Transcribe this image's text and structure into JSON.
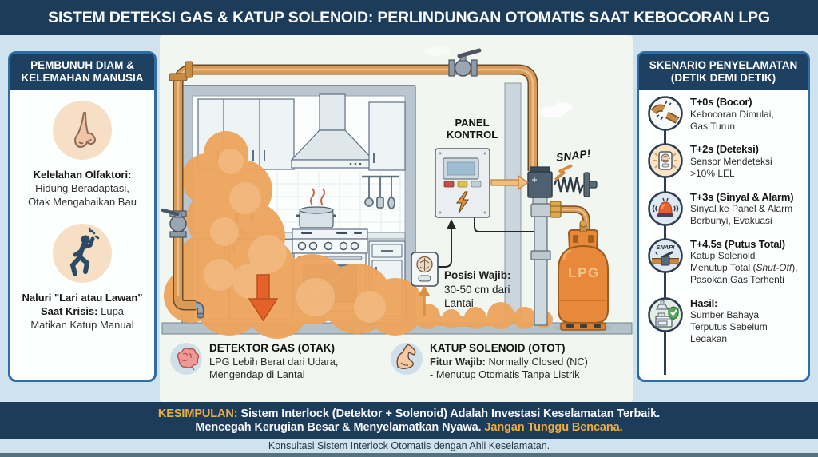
{
  "header": {
    "title": "SISTEM DETEKSI GAS & KATUP SOLENOID: PERLINDUNGAN OTOMATIS SAAT KEBOCORAN LPG"
  },
  "left_panel": {
    "title": "PEMBUNUH DIAM &\nKELEMAHAN MANUSIA",
    "item1": {
      "icon": "nose-icon",
      "title": "Kelelahan Olfaktori:",
      "desc": "Hidung Beradaptasi,\nOtak Mengabaikan Bau"
    },
    "item2": {
      "icon": "panicked-person-icon",
      "title": "Naluri \"Lari atau Lawan\"",
      "subtitle_bold": "Saat Krisis:",
      "subtitle_rest": " Lupa",
      "desc": "Matikan Katup Manual"
    }
  },
  "scene": {
    "panel_label": "PANEL\nKONTROL",
    "snap_label": "SNAP!",
    "lpg_label": "LPG",
    "posisi_bold": "Posisi Wajib:",
    "posisi_rest": "30-50 cm dari\nLantai",
    "caption1": {
      "icon": "brain-icon",
      "title": "DETEKTOR GAS (OTAK)",
      "desc": "LPG Lebih Berat dari Udara,\nMengendap di Lantai"
    },
    "caption2": {
      "icon": "muscle-icon",
      "title": "KATUP SOLENOID (OTOT)",
      "desc_bold": "Fitur Wajib:",
      "desc_rest": " Normally Closed (NC)\n- Menutup Otomatis Tanpa Listrik"
    }
  },
  "right_panel": {
    "title": "SKENARIO PENYELAMATAN\n(DETIK DEMI DETIK)",
    "steps": [
      {
        "icon": "pipe-leak-icon",
        "title": "T+0s (Bocor)",
        "desc": "Kebocoran Dimulai,\nGas Turun"
      },
      {
        "icon": "gas-sensor-icon",
        "title": "T+2s (Deteksi)",
        "desc": "Sensor Mendeteksi\n>10% LEL"
      },
      {
        "icon": "alarm-siren-icon",
        "title": "T+3s (Sinyal & Alarm)",
        "desc": "Sinyal ke Panel & Alarm\nBerbunyi, Evakuasi"
      },
      {
        "icon": "valve-snap-icon",
        "icon_label": "SNAP!",
        "title": "T+4.5s (Putus Total)",
        "desc_pre": "Katup Solenoid\nMenutup Total (",
        "desc_italic": "Shut-Off",
        "desc_post": "),\nPasokan Gas Terhenti"
      },
      {
        "icon": "protected-kitchen-icon",
        "title": "Hasil:",
        "desc": "Sumber Bahaya\nTerputus Sebelum\nLedakan"
      }
    ]
  },
  "footer": {
    "highlight": "KESIMPULAN:",
    "line1": " Sistem Interlock (Detektor + Solenoid) Adalah Investasi Keselamatan Terbaik.",
    "line2": "Mencegah Kerugian Besar & Menyelamatkan Nyawa. ",
    "line2_highlight": "Jangan Tunggu Bencana.",
    "note": "Konsultasi Sistem Interlock Otomatis dengan Ahli Keselamatan."
  },
  "colors": {
    "navy": "#1d3c5a",
    "gold": "#ecad45",
    "pipe_orange": "#d89a55",
    "lpg_orange": "#e8883a",
    "alarm_red": "#e8612f",
    "safe_green": "#57a85c",
    "bg_blue": "#cfe3ef"
  }
}
